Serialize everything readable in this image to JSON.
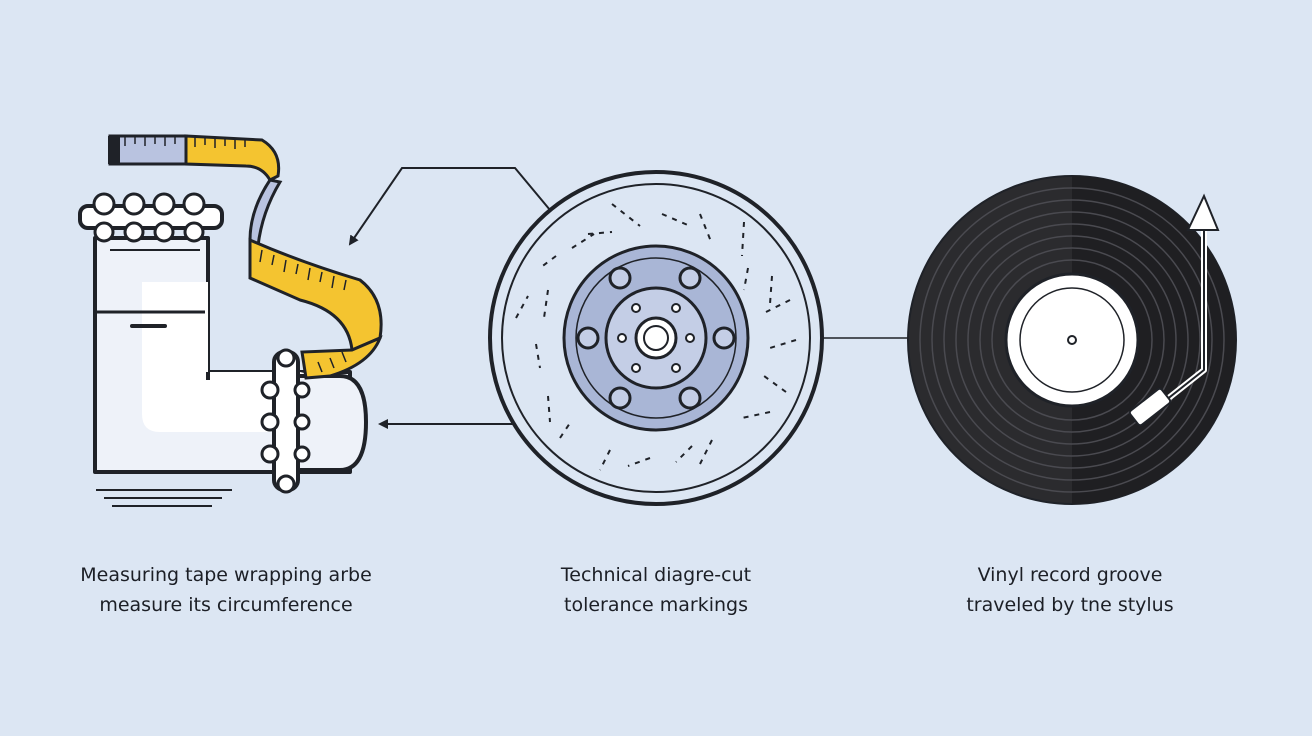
{
  "colors": {
    "background": "#dce6f3",
    "stroke": "#1f2228",
    "tape_yellow": "#f4c430",
    "tape_blue": "#b9c3e0",
    "hub_blue": "#a9b6d6",
    "record_black": "#2b2b2e",
    "record_dark": "#1f1f22",
    "white": "#ffffff"
  },
  "icons": {
    "left": "pipe-with-measuring-tape-icon",
    "center": "brake-disc-rotor-icon",
    "right": "vinyl-record-with-tonearm-icon"
  },
  "captions": {
    "left": {
      "line1": "Measuring tape wrapping arbe",
      "line2": "measure its circumference"
    },
    "center": {
      "line1": "Technical diagre-cut",
      "line2": "tolerance markings"
    },
    "right": {
      "line1": "Vinyl record groove",
      "line2": "traveled by tne stylus"
    }
  }
}
